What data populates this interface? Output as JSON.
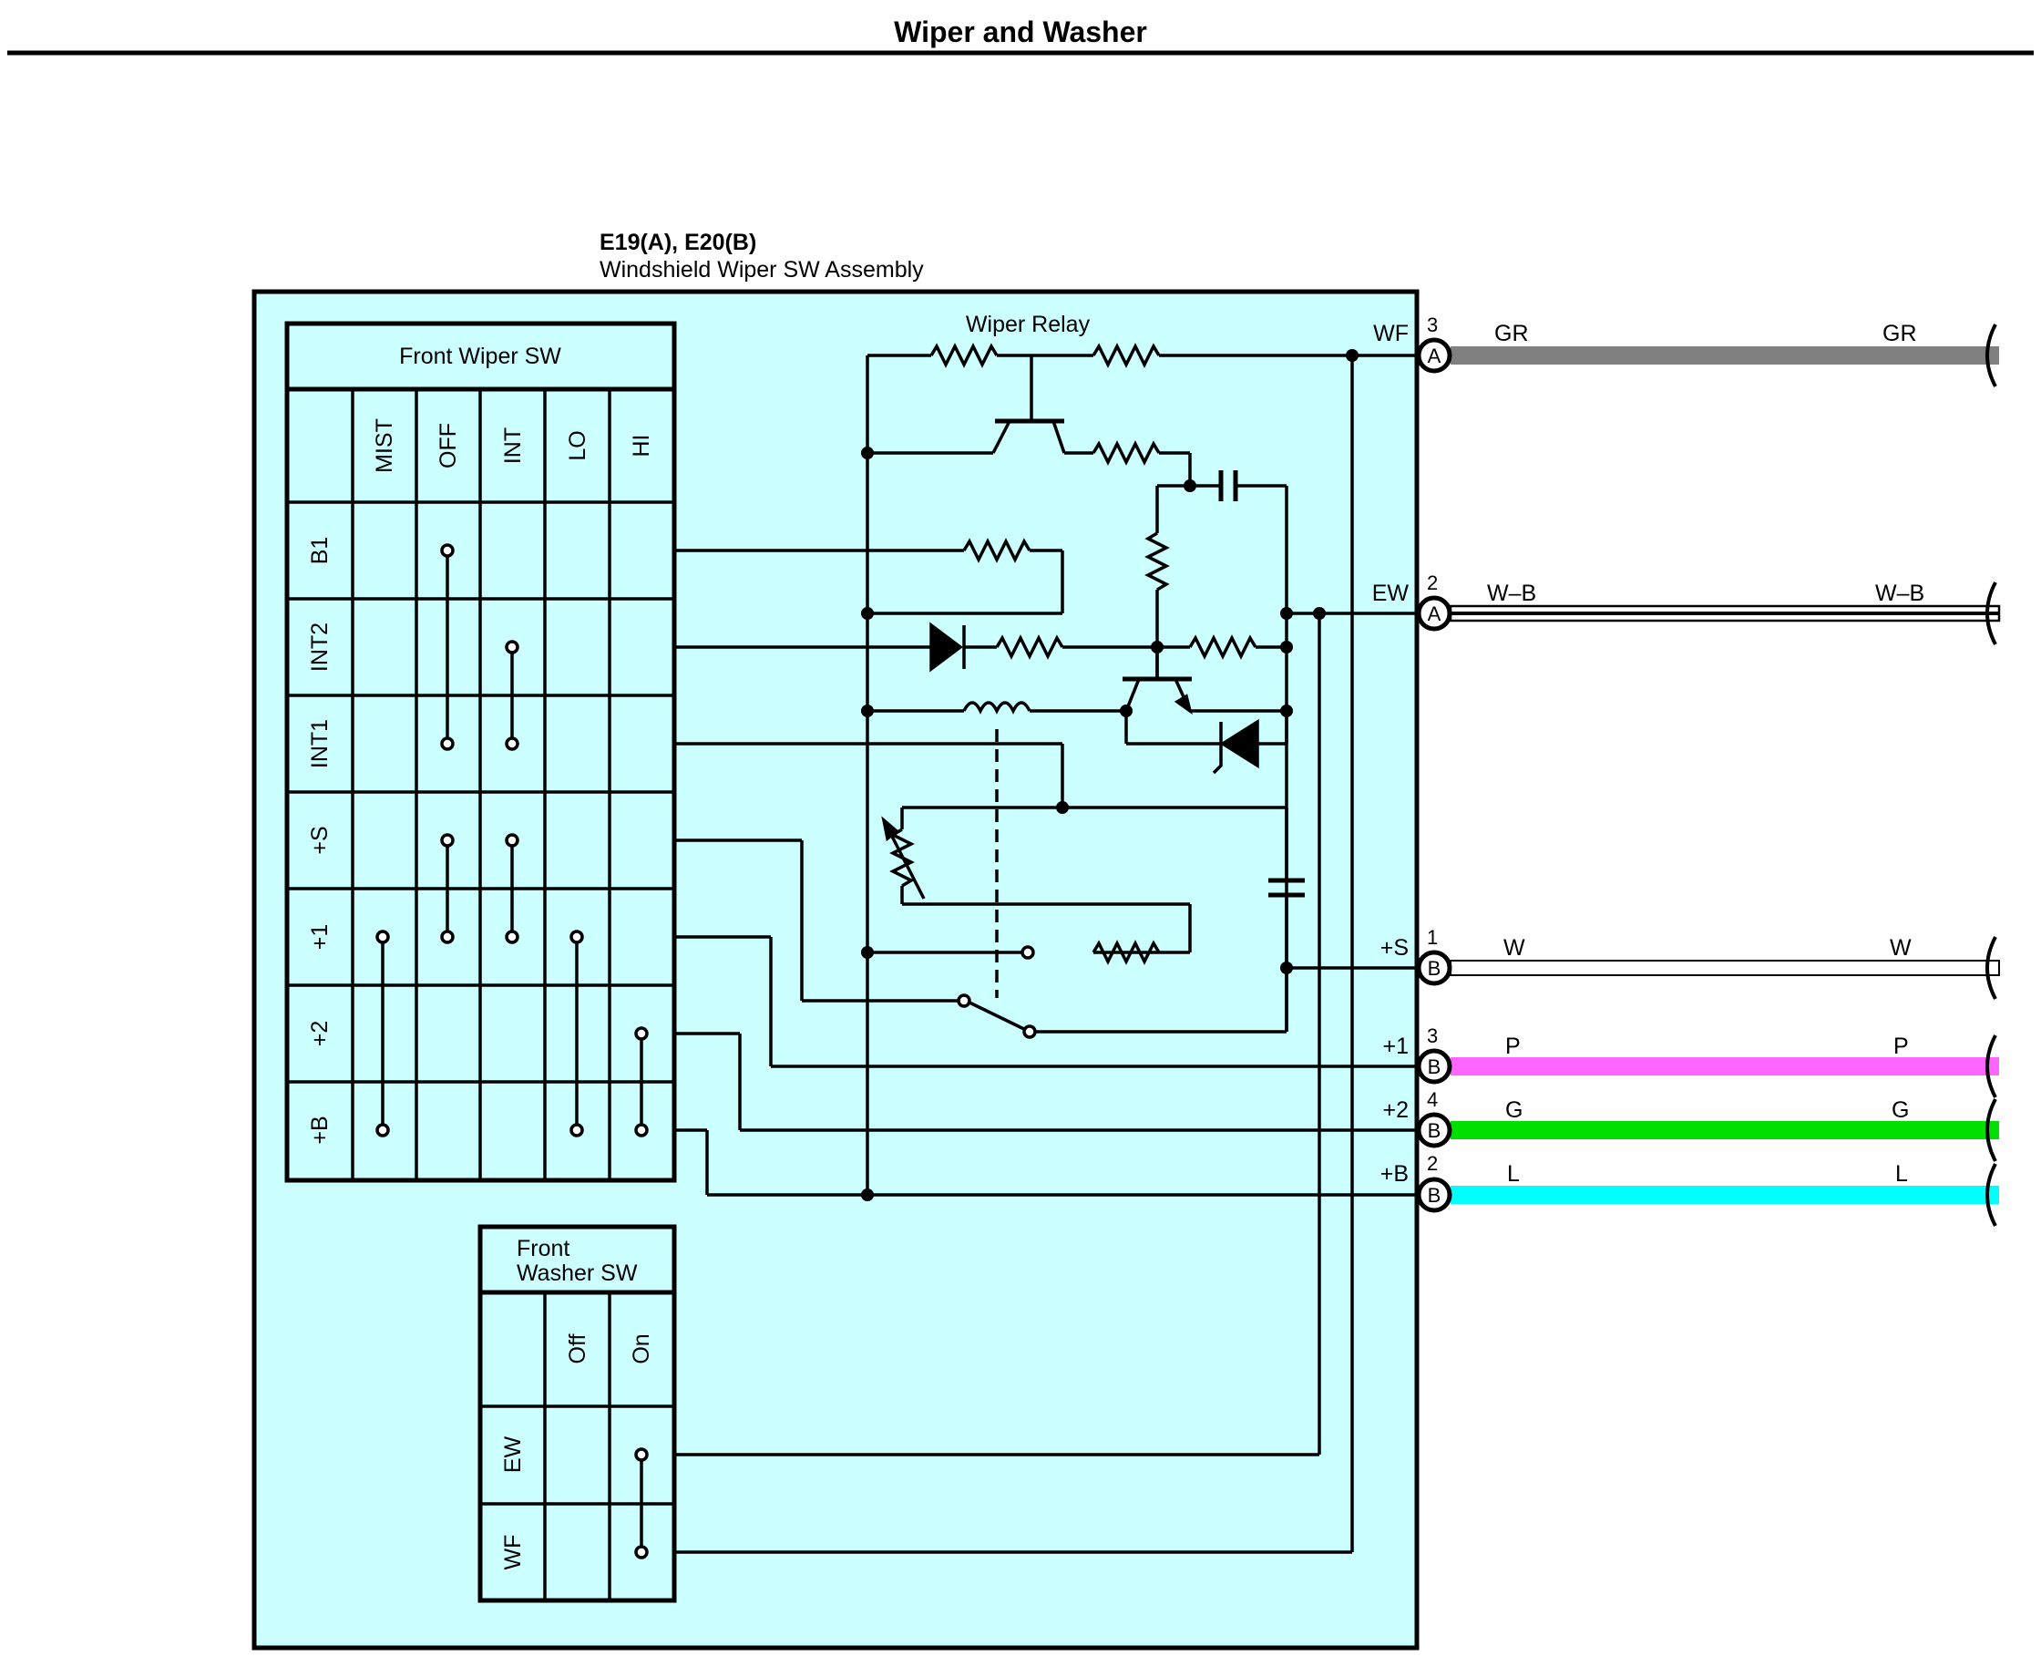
{
  "title": "Wiper and Washer",
  "assembly": {
    "connector": "E19(A), E20(B)",
    "name": "Windshield Wiper SW Assembly"
  },
  "relay_label": "Wiper Relay",
  "front_wiper_sw": {
    "title": "Front Wiper SW",
    "positions": [
      "MIST",
      "OFF",
      "INT",
      "LO",
      "HI"
    ],
    "terminals": [
      "B1",
      "INT2",
      "INT1",
      "+S",
      "+1",
      "+2",
      "+B"
    ]
  },
  "front_washer_sw": {
    "title_line1": "Front",
    "title_line2": "Washer SW",
    "positions": [
      "Off",
      "On"
    ],
    "terminals": [
      "EW",
      "WF"
    ]
  },
  "pins": [
    {
      "terminal": "WF",
      "pin": "3",
      "connector": "A",
      "wire_left": "GR",
      "wire_right": "GR",
      "color": "#808080"
    },
    {
      "terminal": "EW",
      "pin": "2",
      "connector": "A",
      "wire_left": "W–B",
      "wire_right": "W–B",
      "color": "#ffffff"
    },
    {
      "terminal": "+S",
      "pin": "1",
      "connector": "B",
      "wire_left": "W",
      "wire_right": "W",
      "color": "#ffffff"
    },
    {
      "terminal": "+1",
      "pin": "3",
      "connector": "B",
      "wire_left": "P",
      "wire_right": "P",
      "color": "#ff66ff"
    },
    {
      "terminal": "+2",
      "pin": "4",
      "connector": "B",
      "wire_left": "G",
      "wire_right": "G",
      "color": "#00e000"
    },
    {
      "terminal": "+B",
      "pin": "2",
      "connector": "B",
      "wire_left": "L",
      "wire_right": "L",
      "color": "#00ffff"
    }
  ],
  "colors": {
    "assembly_fill": "#ccffff",
    "wire_stroke": "#000000"
  }
}
